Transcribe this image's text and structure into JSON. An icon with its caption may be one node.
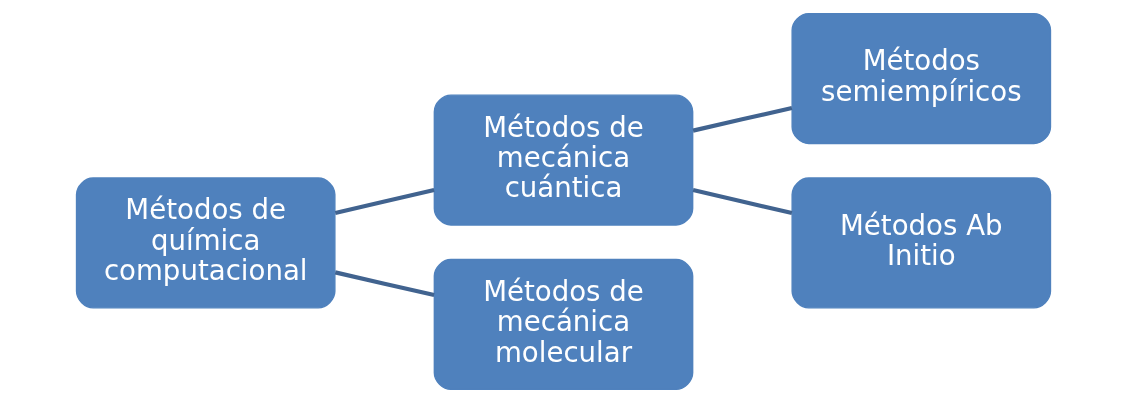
{
  "diagram": {
    "nodes": [
      {
        "text": [
          "Métodos de química computacional"
        ]
      },
      {
        "text": [
          "Métodos de mecánica cuántica"
        ]
      },
      {
        "text": [
          "Métodos de mecánica molecular"
        ]
      },
      {
        "text": [
          "Métodos semiempíricos"
        ]
      },
      {
        "text": [
          "Métodos Ab Initio"
        ]
      }
    ],
    "edges": [
      {
        "from": 0,
        "to": 1,
        "arrow": "none"
      },
      {
        "from": 0,
        "to": 2,
        "arrow": "none"
      },
      {
        "from": 1,
        "to": 3,
        "arrow": "none"
      },
      {
        "from": 1,
        "to": 4,
        "arrow": "none"
      }
    ]
  }
}
